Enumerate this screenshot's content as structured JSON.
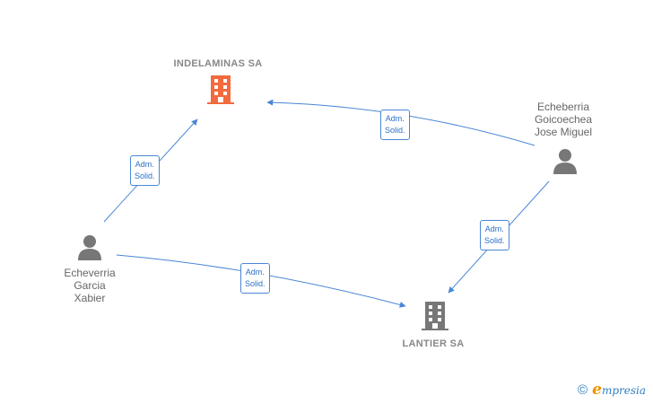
{
  "colors": {
    "edge": "#4a86d6",
    "company_main": "#f26a3d",
    "company_other": "#777777",
    "person": "#777777",
    "brand_accent": "#f29100",
    "brand_text": "#2f7fc2"
  },
  "nodes": {
    "indelaminas": {
      "label": "INDELAMINAS SA",
      "icon": "building-icon"
    },
    "lantier": {
      "label": "LANTIER SA",
      "icon": "building-icon"
    },
    "echeverria": {
      "name_lines": [
        "Echeverria",
        "Garcia",
        "Xabier"
      ],
      "icon": "person-icon"
    },
    "echeberria": {
      "name_lines": [
        "Echeberria",
        "Goicoechea",
        "Jose Miguel"
      ],
      "icon": "person-icon"
    }
  },
  "edges": [
    {
      "from": "echeverria",
      "to": "indelaminas",
      "label_lines": [
        "Adm.",
        "Solid."
      ]
    },
    {
      "from": "echeberria",
      "to": "indelaminas",
      "label_lines": [
        "Adm.",
        "Solid."
      ]
    },
    {
      "from": "echeberria",
      "to": "lantier",
      "label_lines": [
        "Adm.",
        "Solid."
      ]
    },
    {
      "from": "echeverria",
      "to": "lantier",
      "label_lines": [
        "Adm.",
        "Solid."
      ]
    }
  ],
  "footer": {
    "copyright_symbol": "©",
    "brand_initial": "e",
    "brand_rest": "mpresia"
  }
}
